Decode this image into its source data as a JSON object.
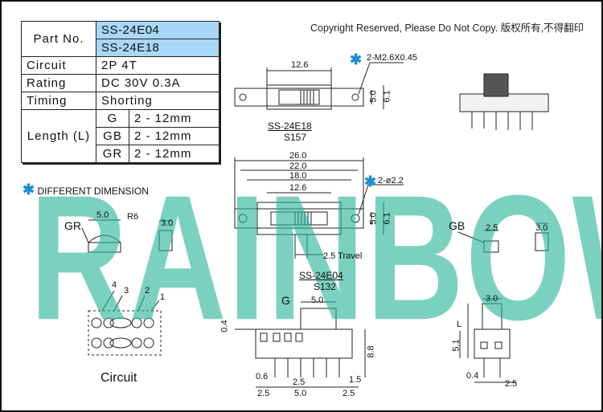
{
  "copyright": "Copyright Reserved, Please Do Not Copy. 版权所有,不得翻印",
  "spec_table": {
    "part_no_label": "Part No.",
    "part_no_values": [
      "SS-24E04",
      "SS-24E18"
    ],
    "circuit_label": "Circuit",
    "circuit_value": "2P 4T",
    "rating_label": "Rating",
    "rating_value": "DC 30V 0.3A",
    "timing_label": "Timing",
    "timing_value": "Shorting",
    "length_label": "Length (L)",
    "length_rows": [
      {
        "code": "G",
        "value": "2 - 12mm"
      },
      {
        "code": "GB",
        "value": "2 - 12mm"
      },
      {
        "code": "GR",
        "value": "2 - 12mm"
      }
    ]
  },
  "diff_dim": {
    "star": "✱",
    "label": "DIFFERENT DIMENSION"
  },
  "watermark": "RAINBOW",
  "colors": {
    "watermark": "#2bb69a",
    "highlight": "#a9d7f7",
    "star": "#1a8fcf"
  },
  "top_drawing": {
    "dim_width": "12.6",
    "dim_height1": "5.0",
    "dim_height2": "6.1",
    "callout": "2-M2.6X0.45",
    "model": "SS-24E18",
    "code": "S157"
  },
  "main_drawing": {
    "dim_26": "26.0",
    "dim_22": "22.0",
    "dim_18": "18.0",
    "dim_126": "12.6",
    "dim_h1": "5.0",
    "dim_h2": "6.1",
    "callout": "2-ø2.2",
    "travel": "2.5 Travel",
    "model": "SS-24E04",
    "code": "S132"
  },
  "gr_detail": {
    "label": "GR",
    "dim_w": "5.0",
    "radius": "R6",
    "dim_side": "3.0"
  },
  "gb_detail": {
    "label": "GB",
    "dim_w": "2.5",
    "dim_side": "3.0"
  },
  "circuit_diagram": {
    "title": "Circuit",
    "pins": [
      "4",
      "3",
      "2",
      "1"
    ]
  },
  "side_drawing": {
    "label_g": "G",
    "dim_top": "5.0",
    "dim_left": "0.4",
    "dim_height": "8.8",
    "dim_pin": "0.6",
    "dim_b1": "2.5",
    "dim_b2": "5.0",
    "dim_b3": "2.5",
    "dim_b4": "2.5",
    "dim_b5": "1.5"
  },
  "end_drawing": {
    "dim_top": "3.0",
    "dim_l": "L",
    "dim_51": "5.1",
    "dim_04": "0.4",
    "dim_25": "2.5"
  }
}
